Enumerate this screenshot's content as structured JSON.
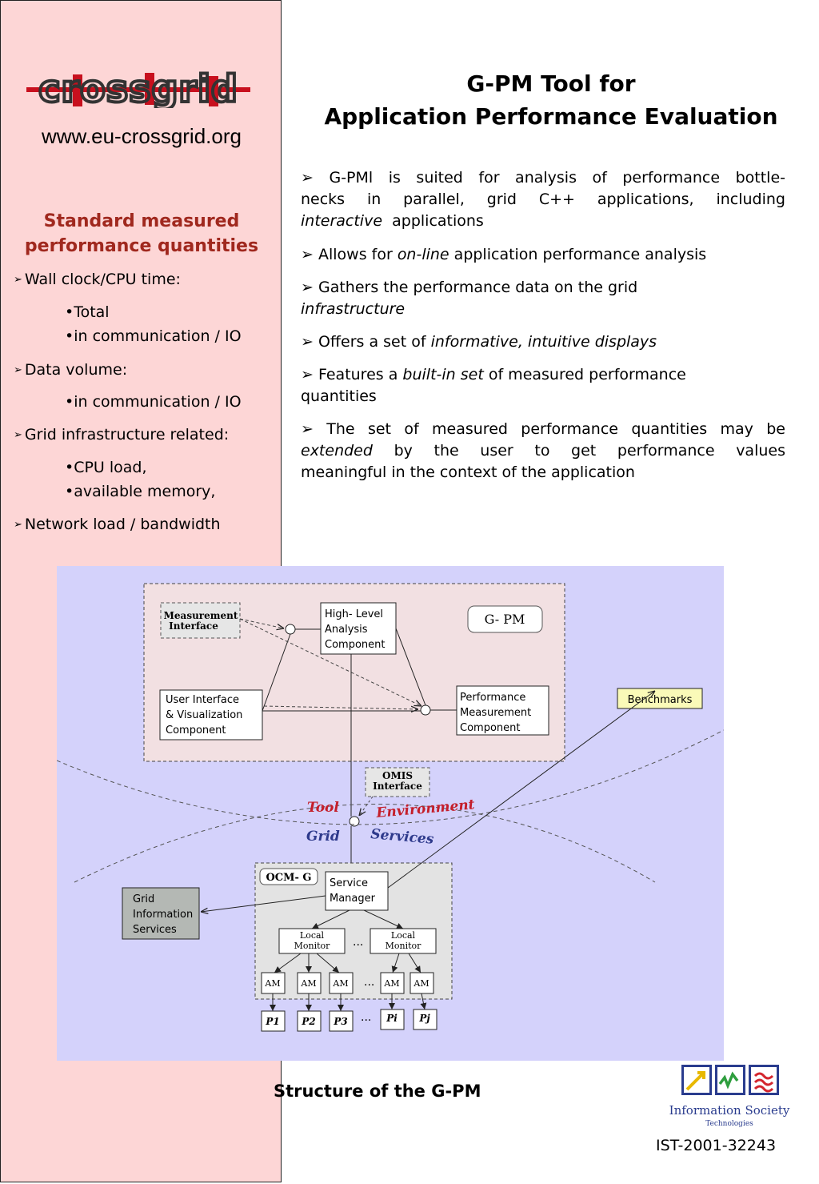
{
  "sidebar": {
    "logo_text": "crossgrid",
    "url": "www.eu-crossgrid.org",
    "title_line1": "Standard measured",
    "title_line2": "performance quantities",
    "items": {
      "wall": "Wall clock/CPU time:",
      "total": "•Total",
      "comm1": "•in communication / IO",
      "volume": "Data volume:",
      "comm2": "•in communication / IO",
      "grid": "Grid infrastructure related:",
      "cpu": "•CPU load,",
      "mem": "•available memory,",
      "net": "Network load / bandwidth"
    }
  },
  "main": {
    "title_line1": "G-PM Tool for",
    "title_line2": "Application Performance Evaluation",
    "bullets": {
      "b1_l1": "G-PMl is suited for analysis of performance bottle-",
      "b1_l2": "necks in parallel, grid C++ applications, including",
      "b1_l3_em": "interactive",
      "b1_l3": "applications",
      "b2_a": "Allows for",
      "b2_em": "on-line",
      "b2_b": "application performance analysis",
      "b3_l1": "Gathers the performance data on the grid",
      "b3_em": "infrastructure",
      "b4_a": "Offers a set of",
      "b4_em": "informative, intuitive displays",
      "b5_a": "Features a",
      "b5_em": "built-in set",
      "b5_b": "of measured performance",
      "b5_l2": "quantities",
      "b6_l1": "The set of measured performance quantities may be",
      "b6_em": "extended",
      "b6_l2": "by the user to get performance values",
      "b6_l3": "meaningful in the context of the application"
    }
  },
  "diagram": {
    "measurement_interface_1": "Measurement",
    "measurement_interface_2": "Interface",
    "high_level_1": "High- Level",
    "high_level_2": "Analysis",
    "high_level_3": "Component",
    "gpm_label": "G- PM",
    "ui_1": "User Interface",
    "ui_2": "& Visualization",
    "ui_3": "Component",
    "perf_1": "Performance",
    "perf_2": "Measurement",
    "perf_3": "Component",
    "benchmarks": "Benchmarks",
    "omis_1": "OMIS",
    "omis_2": "Interface",
    "tool": "Tool",
    "environment": "Environment",
    "grid": "Grid",
    "services": "Services",
    "ocm_label": "OCM- G",
    "service_manager_1": "Service",
    "service_manager_2": "Manager",
    "gis_1": "Grid",
    "gis_2": "Information",
    "gis_3": "Services",
    "local_monitor_1": "Local",
    "local_monitor_2": "Monitor",
    "ellipsis": "...",
    "am": "AM",
    "p1": "P1",
    "p2": "P2",
    "p3": "P3",
    "pi": "Pi",
    "pj": "Pj"
  },
  "caption": "Structure of the G-PM",
  "ist": {
    "logo_line1": "Information Society",
    "logo_line2": "Technologies",
    "project_id": "IST-2001-32243"
  },
  "colors": {
    "sidebar_bg": "#fdd6d6",
    "diagram_bg": "#d4d2fb",
    "title_red": "#a0281e"
  }
}
